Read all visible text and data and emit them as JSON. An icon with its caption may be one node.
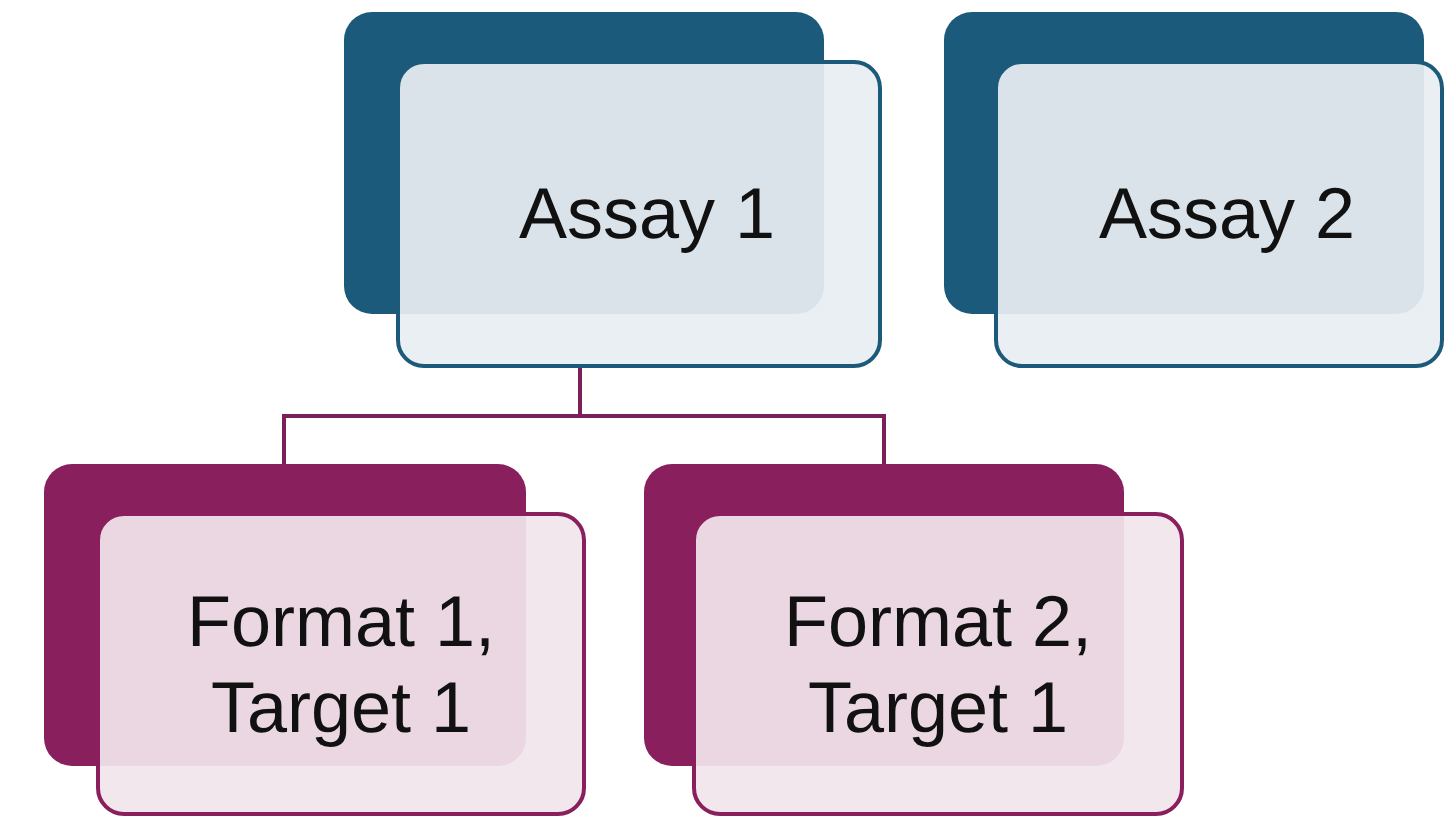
{
  "diagram": {
    "nodes": [
      {
        "text": [
          "Assay 1"
        ]
      },
      {
        "text": [
          "Assay 2"
        ]
      },
      {
        "text": [
          "Format 1, Target 1"
        ]
      },
      {
        "text": [
          "Format 2, Target 1"
        ]
      }
    ],
    "edges": [
      {
        "from": 0,
        "to": 2,
        "arrow": "none"
      },
      {
        "from": 0,
        "to": 3,
        "arrow": "none"
      }
    ]
  }
}
